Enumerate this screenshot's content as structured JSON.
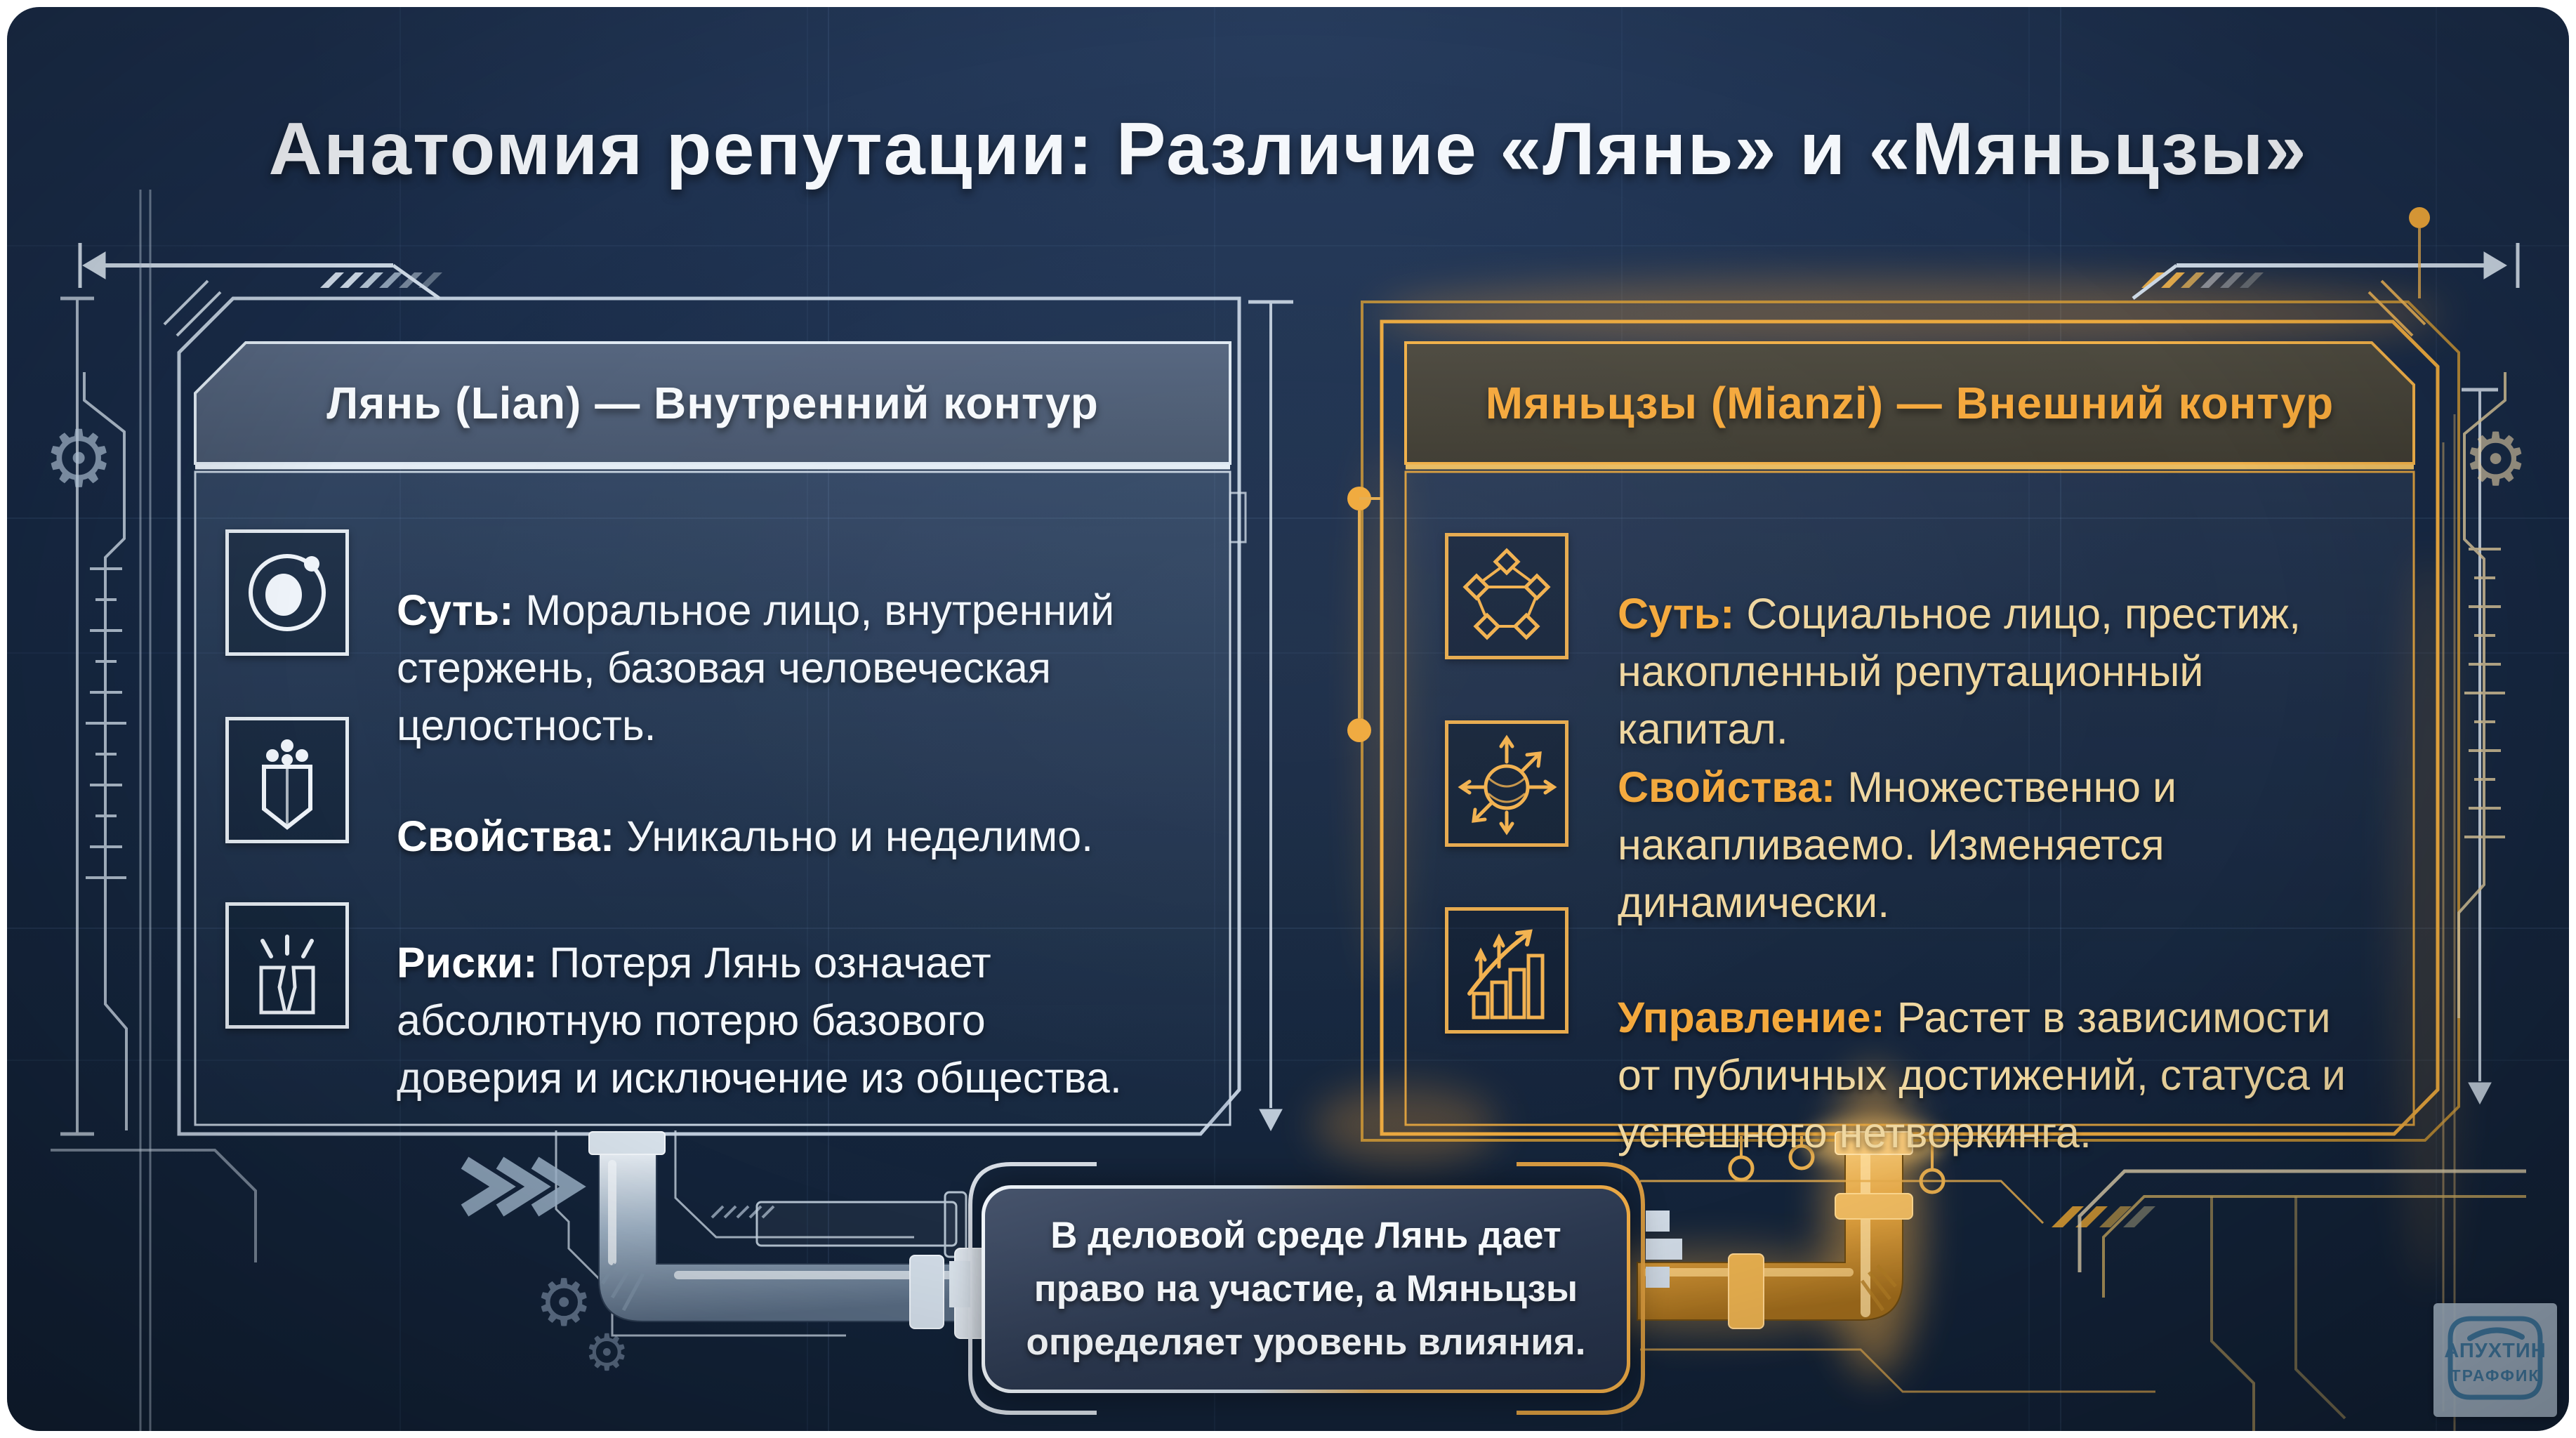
{
  "title": "Анатомия репутации: Различие «Лянь» и «Мяньцзы»",
  "left_panel": {
    "header": "Лянь (Lian) — Внутренний контур",
    "items": [
      {
        "icon": "atom-icon",
        "label": "Суть:",
        "text": " Моральное лицо, внутренний\nстержень, базовая человеческая\nцелостность."
      },
      {
        "icon": "crystal-icon",
        "label": "Свойства:",
        "text": " Уникально и неделимо."
      },
      {
        "icon": "cracked-block-icon",
        "label": "Риски:",
        "text": " Потеря Лянь означает\nабсолютную потерю базового\nдоверия и исключение из общества."
      }
    ]
  },
  "right_panel": {
    "header": "Мяньцзы (Mianzi) — Внешний контур",
    "items": [
      {
        "icon": "network-cubes-icon",
        "label": "Суть:",
        "text": " Социальное лицо, престиж,\nнакопленный репутационный\nкапитал."
      },
      {
        "icon": "sphere-arrows-icon",
        "label": "Свойства:",
        "text": " Множественно и\nнакапливаемо. Изменяется\nдинамически."
      },
      {
        "icon": "growth-chart-icon",
        "label": "Управление:",
        "text": " Растет в зависимости\nот публичных достижений, статуса и\nуспешного нетворкинга."
      }
    ]
  },
  "callout": {
    "text": "В деловой среде Лянь дает\nправо на участие, а Мяньцзы\nопределяет уровень влияния."
  },
  "watermark": {
    "line1": "АПУХТИН",
    "line2": "ТРАФФИК"
  },
  "colors": {
    "background": "#15263e",
    "steel": "#cfdbe8",
    "steel_dim": "#9db3c9",
    "gold": "#f0a93c",
    "gold_text": "#efd7a0",
    "panel_left_header": "#4e5e76",
    "panel_right_header": "#474439",
    "text_light": "#f3f6fa"
  }
}
